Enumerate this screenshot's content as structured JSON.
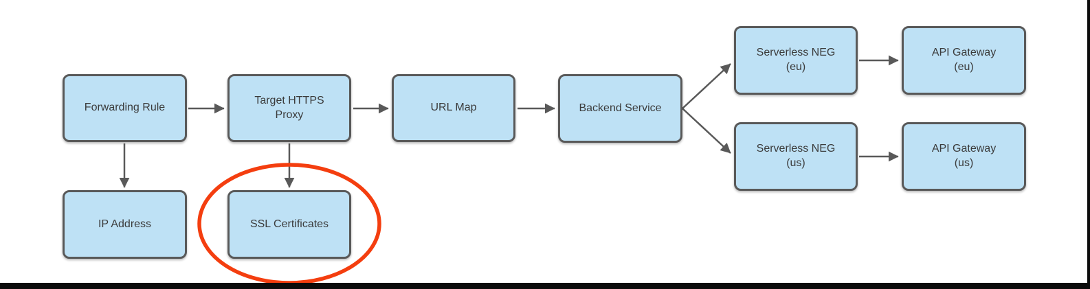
{
  "diagram": {
    "nodes": [
      {
        "id": "forwarding-rule",
        "label": "Forwarding Rule"
      },
      {
        "id": "target-https-proxy",
        "label": "Target HTTPS\nProxy"
      },
      {
        "id": "url-map",
        "label": "URL Map"
      },
      {
        "id": "backend-service",
        "label": "Backend Service"
      },
      {
        "id": "serverless-neg-eu",
        "label": "Serverless NEG\n(eu)"
      },
      {
        "id": "api-gateway-eu",
        "label": "API Gateway\n(eu)"
      },
      {
        "id": "serverless-neg-us",
        "label": "Serverless NEG\n(us)"
      },
      {
        "id": "api-gateway-us",
        "label": "API Gateway\n(us)"
      },
      {
        "id": "ip-address",
        "label": "IP Address"
      },
      {
        "id": "ssl-certificates",
        "label": "SSL Certificates"
      }
    ],
    "edges": [
      {
        "from": "forwarding-rule",
        "to": "target-https-proxy"
      },
      {
        "from": "target-https-proxy",
        "to": "url-map"
      },
      {
        "from": "url-map",
        "to": "backend-service"
      },
      {
        "from": "backend-service",
        "to": "serverless-neg-eu"
      },
      {
        "from": "backend-service",
        "to": "serverless-neg-us"
      },
      {
        "from": "serverless-neg-eu",
        "to": "api-gateway-eu"
      },
      {
        "from": "serverless-neg-us",
        "to": "api-gateway-us"
      },
      {
        "from": "forwarding-rule",
        "to": "ip-address"
      },
      {
        "from": "target-https-proxy",
        "to": "ssl-certificates"
      }
    ],
    "annotations": [
      {
        "type": "ellipse-highlight",
        "around": "ssl-certificates",
        "color": "#F43E0F"
      }
    ],
    "colors": {
      "node_fill": "#BEE1F5",
      "node_border": "#595959",
      "arrow": "#595959",
      "text": "#3b3b3b",
      "highlight": "#F43E0F",
      "frame": "#0b0b0b"
    }
  }
}
